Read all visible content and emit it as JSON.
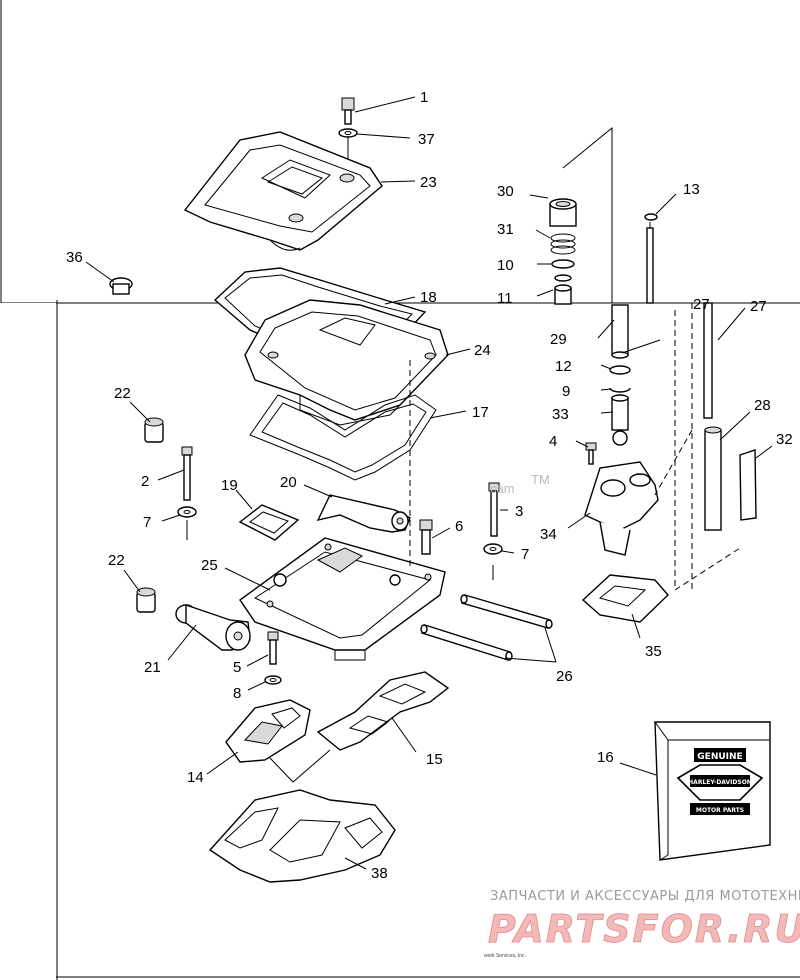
{
  "diagram": {
    "callouts": [
      "1",
      "37",
      "23",
      "36",
      "18",
      "24",
      "17",
      "22",
      "2",
      "7",
      "19",
      "20",
      "3",
      "6",
      "7",
      "22",
      "25",
      "21",
      "5",
      "8",
      "26",
      "14",
      "15",
      "38",
      "30",
      "13",
      "31",
      "10",
      "11",
      "29",
      "12",
      "9",
      "33",
      "4",
      "34",
      "35",
      "27",
      "28",
      "32",
      "27",
      "16"
    ],
    "small_watermark": "cam",
    "small_watermark_tm": "TM",
    "footer_credit": "work Services, Inc."
  },
  "watermark": {
    "tagline": "ЗАПЧАСТИ И АКСЕССУАРЫ ДЛЯ МОТОТЕХНИКИ",
    "logo": "PARTSFOR.RU"
  },
  "package_label": {
    "line1": "GENUINE",
    "line2": "HARLEY-DAVIDSON",
    "line3": "MOTOR PARTS"
  },
  "colors": {
    "line": "#000000",
    "background": "#ffffff",
    "watermark_red": "#e48a8a",
    "watermark_gray": "#9b9b9b"
  }
}
